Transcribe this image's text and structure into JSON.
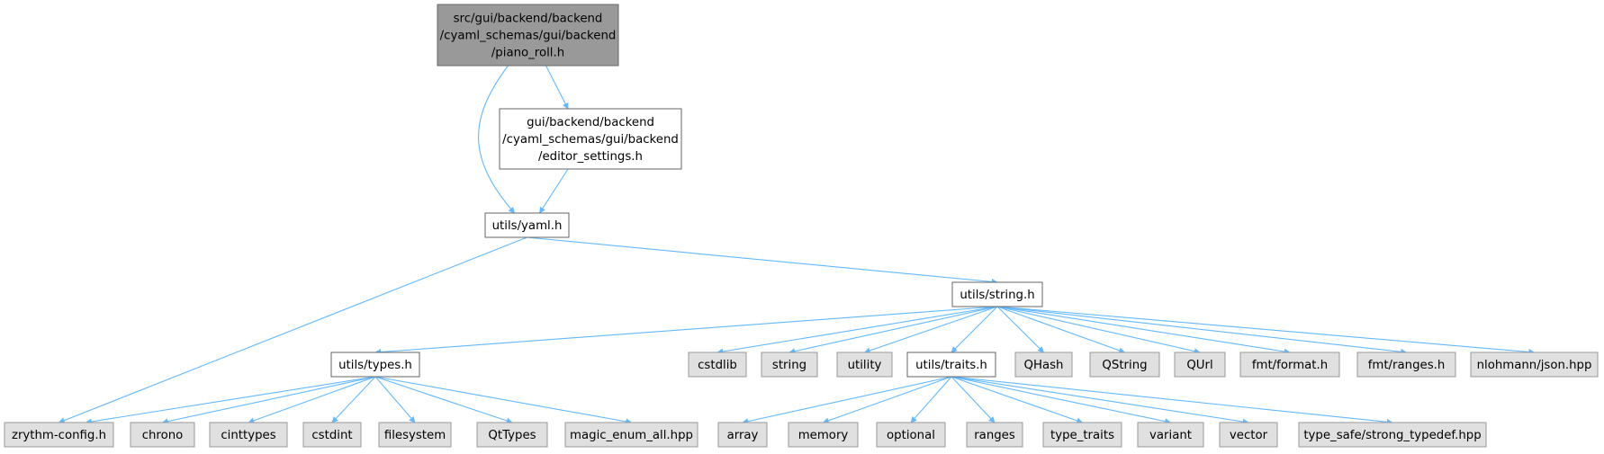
{
  "colors": {
    "root_fill": "#999999",
    "root_stroke": "#666666",
    "local_fill": "#ffffff",
    "local_stroke": "#666666",
    "external_fill": "#e0e0e0",
    "external_stroke": "#999999",
    "edge": "#63b8ff"
  },
  "nodes": [
    {
      "id": "piano_roll",
      "lines": [
        "src/gui/backend/backend",
        "/cyaml_schemas/gui/backend",
        "/piano_roll.h"
      ],
      "kind": "root"
    },
    {
      "id": "editor_settings",
      "lines": [
        "gui/backend/backend",
        "/cyaml_schemas/gui/backend",
        "/editor_settings.h"
      ],
      "kind": "local"
    },
    {
      "id": "yaml",
      "lines": [
        "utils/yaml.h"
      ],
      "kind": "local"
    },
    {
      "id": "string_h",
      "lines": [
        "utils/string.h"
      ],
      "kind": "local"
    },
    {
      "id": "types_h",
      "lines": [
        "utils/types.h"
      ],
      "kind": "local"
    },
    {
      "id": "traits_h",
      "lines": [
        "utils/traits.h"
      ],
      "kind": "local"
    },
    {
      "id": "zrythm_config",
      "lines": [
        "zrythm-config.h"
      ],
      "kind": "external"
    },
    {
      "id": "chrono",
      "lines": [
        "chrono"
      ],
      "kind": "external"
    },
    {
      "id": "cinttypes",
      "lines": [
        "cinttypes"
      ],
      "kind": "external"
    },
    {
      "id": "cstdint",
      "lines": [
        "cstdint"
      ],
      "kind": "external"
    },
    {
      "id": "filesystem",
      "lines": [
        "filesystem"
      ],
      "kind": "external"
    },
    {
      "id": "qttypes",
      "lines": [
        "QtTypes"
      ],
      "kind": "external"
    },
    {
      "id": "magic_enum",
      "lines": [
        "magic_enum_all.hpp"
      ],
      "kind": "external"
    },
    {
      "id": "cstdlib",
      "lines": [
        "cstdlib"
      ],
      "kind": "external"
    },
    {
      "id": "string",
      "lines": [
        "string"
      ],
      "kind": "external"
    },
    {
      "id": "utility",
      "lines": [
        "utility"
      ],
      "kind": "external"
    },
    {
      "id": "qhash",
      "lines": [
        "QHash"
      ],
      "kind": "external"
    },
    {
      "id": "qstring",
      "lines": [
        "QString"
      ],
      "kind": "external"
    },
    {
      "id": "qurl",
      "lines": [
        "QUrl"
      ],
      "kind": "external"
    },
    {
      "id": "fmt_format",
      "lines": [
        "fmt/format.h"
      ],
      "kind": "external"
    },
    {
      "id": "fmt_ranges",
      "lines": [
        "fmt/ranges.h"
      ],
      "kind": "external"
    },
    {
      "id": "nlohmann_json",
      "lines": [
        "nlohmann/json.hpp"
      ],
      "kind": "external"
    },
    {
      "id": "array",
      "lines": [
        "array"
      ],
      "kind": "external"
    },
    {
      "id": "memory",
      "lines": [
        "memory"
      ],
      "kind": "external"
    },
    {
      "id": "optional",
      "lines": [
        "optional"
      ],
      "kind": "external"
    },
    {
      "id": "ranges",
      "lines": [
        "ranges"
      ],
      "kind": "external"
    },
    {
      "id": "type_traits",
      "lines": [
        "type_traits"
      ],
      "kind": "external"
    },
    {
      "id": "variant",
      "lines": [
        "variant"
      ],
      "kind": "external"
    },
    {
      "id": "vector",
      "lines": [
        "vector"
      ],
      "kind": "external"
    },
    {
      "id": "strong_typedef",
      "lines": [
        "type_safe/strong_typedef.hpp"
      ],
      "kind": "external"
    }
  ],
  "edges": [
    [
      "piano_roll",
      "editor_settings"
    ],
    [
      "piano_roll",
      "yaml"
    ],
    [
      "editor_settings",
      "yaml"
    ],
    [
      "yaml",
      "zrythm_config"
    ],
    [
      "yaml",
      "string_h"
    ],
    [
      "string_h",
      "types_h"
    ],
    [
      "string_h",
      "cstdlib"
    ],
    [
      "string_h",
      "string"
    ],
    [
      "string_h",
      "utility"
    ],
    [
      "string_h",
      "traits_h"
    ],
    [
      "string_h",
      "qhash"
    ],
    [
      "string_h",
      "qstring"
    ],
    [
      "string_h",
      "qurl"
    ],
    [
      "string_h",
      "fmt_format"
    ],
    [
      "string_h",
      "fmt_ranges"
    ],
    [
      "string_h",
      "nlohmann_json"
    ],
    [
      "types_h",
      "zrythm_config"
    ],
    [
      "types_h",
      "chrono"
    ],
    [
      "types_h",
      "cinttypes"
    ],
    [
      "types_h",
      "cstdint"
    ],
    [
      "types_h",
      "filesystem"
    ],
    [
      "types_h",
      "qttypes"
    ],
    [
      "types_h",
      "magic_enum"
    ],
    [
      "traits_h",
      "array"
    ],
    [
      "traits_h",
      "memory"
    ],
    [
      "traits_h",
      "optional"
    ],
    [
      "traits_h",
      "ranges"
    ],
    [
      "traits_h",
      "type_traits"
    ],
    [
      "traits_h",
      "variant"
    ],
    [
      "traits_h",
      "vector"
    ],
    [
      "traits_h",
      "strong_typedef"
    ]
  ]
}
